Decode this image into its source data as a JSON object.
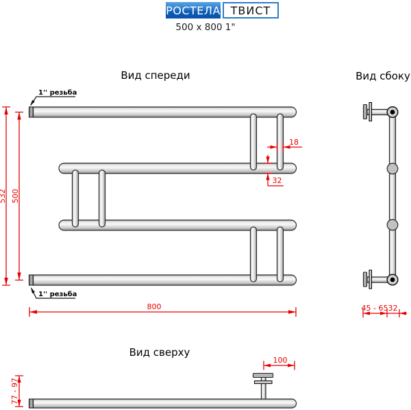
{
  "header": {
    "brand_primary": "РОСТЕЛА",
    "brand_secondary": "ТВИСТ",
    "subtitle": "500 x 800 1\""
  },
  "front": {
    "title": "Вид спереди",
    "thread_top": "1'' резьба",
    "thread_bottom": "1'' резьба",
    "dim_overall_height": "532",
    "dim_center_height": "500",
    "dim_length": "800",
    "dim_crossbar_width": "18",
    "dim_tube_diameter": "32"
  },
  "side": {
    "title": "Вид сбоку",
    "dim_wall_distance": "45 - 65",
    "dim_tube_diameter": "32"
  },
  "top": {
    "title": "Вид сверху",
    "dim_bracket_offset": "100",
    "dim_depth": "77 - 97"
  },
  "colors": {
    "dimension_red": "#e60000",
    "brand_blue": "#2b7bc8",
    "tube_gray": "#d9d9d9",
    "outline": "#2b2b2b"
  }
}
